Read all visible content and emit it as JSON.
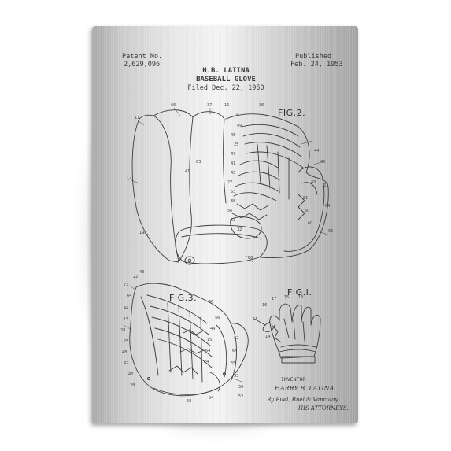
{
  "header": {
    "patent_label": "Patent No.",
    "patent_number": "2,629,096",
    "published_label": "Published",
    "published_date": "Feb. 24, 1953",
    "inventor_name": "H.B. LATINA",
    "title": "BASEBALL GLOVE",
    "filed": "Filed Dec. 22, 1950"
  },
  "figures": {
    "fig2": "FIG.2.",
    "fig3": "FIG.3.",
    "fig1": "FIG.I."
  },
  "footer": {
    "inventor_label": "INVENTOR",
    "inventor_signature": "HARRY B. LATINA",
    "attorneys_line": "By Buel, Buel & Vanculay",
    "attorneys_label": "HIS ATTORNEYS."
  }
}
